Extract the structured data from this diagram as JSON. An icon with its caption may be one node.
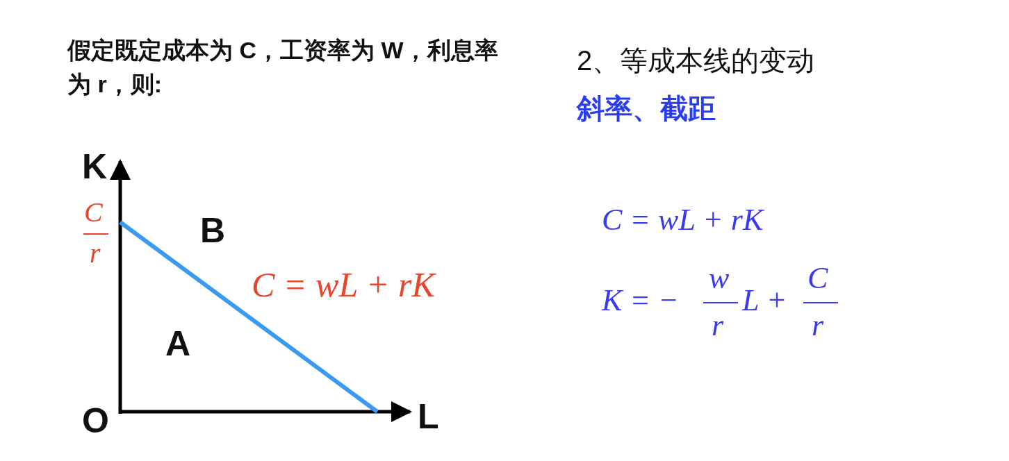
{
  "diagram": {
    "labels": [
      "假定既定成本为 C，工资率为 W，利息率为 r，则:",
      "2、等成本线的变动",
      "斜率、截距",
      "K",
      "C",
      "r",
      "B",
      "C = wL + rK",
      "A",
      "O",
      "L",
      "C = wL + rK",
      "K = −",
      "w",
      "r",
      "L +",
      "C",
      "r"
    ]
  }
}
